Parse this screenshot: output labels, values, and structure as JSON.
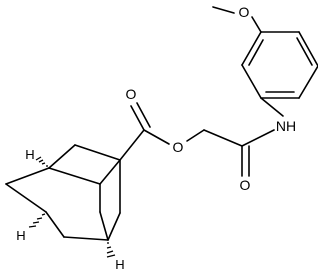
{
  "molecule": {
    "atoms": {
      "methoxy_o": "O",
      "nh": "NH",
      "ester_carbonyl_o": "O",
      "ester_o": "O",
      "amide_carbonyl_o": "O"
    },
    "stereo_h": [
      "H",
      "H",
      "H"
    ]
  }
}
